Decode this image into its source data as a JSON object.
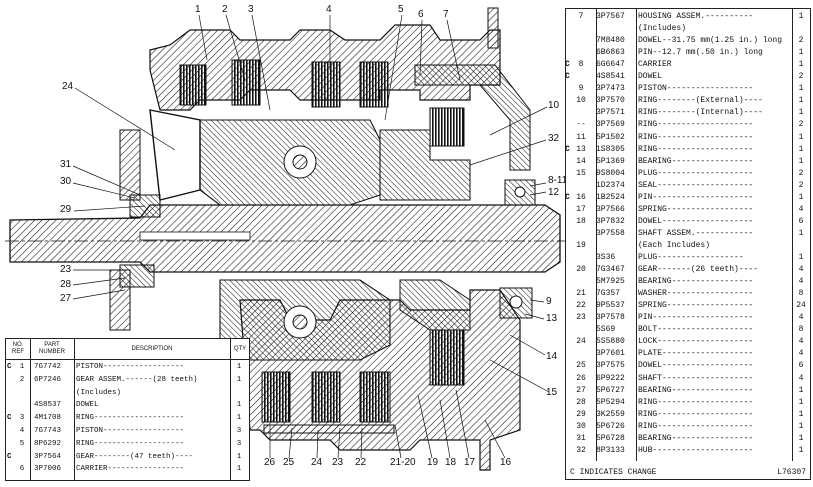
{
  "callouts": [
    "1",
    "2",
    "3",
    "4",
    "5",
    "6",
    "7",
    "24",
    "10",
    "32",
    "31",
    "30",
    "29",
    "8-11",
    "12",
    "23",
    "28",
    "27",
    "9",
    "13",
    "14",
    "15",
    "26",
    "25",
    "24",
    "23",
    "22",
    "21-20",
    "19",
    "18",
    "17",
    "16"
  ],
  "right_table": {
    "rows": [
      {
        "ref": "7",
        "pn": "3P7567",
        "desc": "HOUSING ASSEM.----------",
        "qty": "1",
        "chg": ""
      },
      {
        "ref": "",
        "pn": "",
        "desc": "(Includes)",
        "qty": "",
        "chg": ""
      },
      {
        "ref": "",
        "pn": "7M8480",
        "desc": "DOWEL--31.75 mm(1.25 in.) long",
        "qty": "2",
        "chg": ""
      },
      {
        "ref": "",
        "pn": "6B6863",
        "desc": "PIN--12.7 mm(.50 in.) long",
        "qty": "1",
        "chg": ""
      },
      {
        "ref": "8",
        "pn": "6G6647",
        "desc": "CARRIER",
        "qty": "1",
        "chg": "C"
      },
      {
        "ref": "",
        "pn": "4S8541",
        "desc": "DOWEL",
        "qty": "2",
        "chg": "C"
      },
      {
        "ref": "9",
        "pn": "3P7473",
        "desc": "PISTON------------------",
        "qty": "1",
        "chg": ""
      },
      {
        "ref": "10",
        "pn": "3P7570",
        "desc": "RING--------(External)----",
        "qty": "1",
        "chg": ""
      },
      {
        "ref": "",
        "pn": "3P7571",
        "desc": "RING--------(Internal)----",
        "qty": "1",
        "chg": ""
      },
      {
        "ref": "--",
        "pn": "3P7569",
        "desc": "RING--------------------",
        "qty": "2",
        "chg": ""
      },
      {
        "ref": "11",
        "pn": "5P1502",
        "desc": "RING--------------------",
        "qty": "1",
        "chg": ""
      },
      {
        "ref": "13",
        "pn": "1S8305",
        "desc": "RING--------------------",
        "qty": "1",
        "chg": "C"
      },
      {
        "ref": "14",
        "pn": "5P1369",
        "desc": "BEARING-----------------",
        "qty": "1",
        "chg": ""
      },
      {
        "ref": "15",
        "pn": "9S8004",
        "desc": "PLUG--------------------",
        "qty": "2",
        "chg": ""
      },
      {
        "ref": "",
        "pn": "1D2374",
        "desc": "SEAL--------------------",
        "qty": "2",
        "chg": ""
      },
      {
        "ref": "16",
        "pn": "1B2524",
        "desc": "PIN---------------------",
        "qty": "1",
        "chg": "C"
      },
      {
        "ref": "17",
        "pn": "3P7566",
        "desc": "SPRING------------------",
        "qty": "4",
        "chg": ""
      },
      {
        "ref": "18",
        "pn": "3P7832",
        "desc": "DOWEL-------------------",
        "qty": "6",
        "chg": ""
      },
      {
        "ref": "",
        "pn": "3P7558",
        "desc": "SHAFT ASSEM.------------",
        "qty": "1",
        "chg": ""
      },
      {
        "ref": "19",
        "pn": "",
        "desc": "(Each Includes)",
        "qty": "",
        "chg": ""
      },
      {
        "ref": "",
        "pn": "3S36",
        "desc": "PLUG------------------",
        "qty": "1",
        "chg": ""
      },
      {
        "ref": "20",
        "pn": "7G3467",
        "desc": "GEAR-------(26 teeth)----",
        "qty": "4",
        "chg": ""
      },
      {
        "ref": "",
        "pn": "5M7925",
        "desc": "BEARING-----------------",
        "qty": "4",
        "chg": ""
      },
      {
        "ref": "21",
        "pn": "7G357",
        "desc": "WASHER------------------",
        "qty": "8",
        "chg": ""
      },
      {
        "ref": "22",
        "pn": "9P5537",
        "desc": "SPRING------------------",
        "qty": "24",
        "chg": ""
      },
      {
        "ref": "23",
        "pn": "3P7578",
        "desc": "PIN---------------------",
        "qty": "4",
        "chg": ""
      },
      {
        "ref": "",
        "pn": "5S69",
        "desc": "BOLT--------------------",
        "qty": "8",
        "chg": ""
      },
      {
        "ref": "24",
        "pn": "5S5880",
        "desc": "LOCK--------------------",
        "qty": "4",
        "chg": ""
      },
      {
        "ref": "",
        "pn": "3P7601",
        "desc": "PLATE-------------------",
        "qty": "4",
        "chg": ""
      },
      {
        "ref": "25",
        "pn": "3P7575",
        "desc": "DOWEL-------------------",
        "qty": "6",
        "chg": ""
      },
      {
        "ref": "26",
        "pn": "6P9222",
        "desc": "SHAFT-------------------",
        "qty": "4",
        "chg": ""
      },
      {
        "ref": "27",
        "pn": "5P6727",
        "desc": "BEARING-----------------",
        "qty": "1",
        "chg": ""
      },
      {
        "ref": "28",
        "pn": "5P5294",
        "desc": "RING--------------------",
        "qty": "1",
        "chg": ""
      },
      {
        "ref": "29",
        "pn": "3K2559",
        "desc": "RING--------------------",
        "qty": "1",
        "chg": ""
      },
      {
        "ref": "30",
        "pn": "5P6726",
        "desc": "RING--------------------",
        "qty": "1",
        "chg": ""
      },
      {
        "ref": "31",
        "pn": "5P6728",
        "desc": "BEARING-----------------",
        "qty": "1",
        "chg": ""
      },
      {
        "ref": "32",
        "pn": "8P3133",
        "desc": "HUB---------------------",
        "qty": "1",
        "chg": ""
      }
    ],
    "footer": "C INDICATES CHANGE",
    "figure_id": "L76307"
  },
  "left_table": {
    "headers": {
      "ref": "NO. REF",
      "pn": "PART NUMBER",
      "desc": "DESCRIPTION",
      "qty": "QTY"
    },
    "rows": [
      {
        "ref": "1",
        "pn": "7G7742",
        "desc": "PISTON------------------",
        "qty": "1",
        "chg": "C"
      },
      {
        "ref": "2",
        "pn": "6P7246",
        "desc": "GEAR ASSEM.------(28 teeth)",
        "qty": "1",
        "chg": ""
      },
      {
        "ref": "",
        "pn": "",
        "desc": "(Includes)",
        "qty": "",
        "chg": ""
      },
      {
        "ref": "",
        "pn": "4S8537",
        "desc": "DOWEL",
        "qty": "1",
        "chg": ""
      },
      {
        "ref": "3",
        "pn": "4M1708",
        "desc": "RING--------------------",
        "qty": "1",
        "chg": "C"
      },
      {
        "ref": "4",
        "pn": "7G7743",
        "desc": "PISTON------------------",
        "qty": "3",
        "chg": ""
      },
      {
        "ref": "5",
        "pn": "8P6292",
        "desc": "RING--------------------",
        "qty": "3",
        "chg": ""
      },
      {
        "ref": "",
        "pn": "3P7564",
        "desc": "GEAR--------(47 teeth)----",
        "qty": "1",
        "chg": "C"
      },
      {
        "ref": "6",
        "pn": "3P7006",
        "desc": "CARRIER-----------------",
        "qty": "1",
        "chg": ""
      }
    ]
  }
}
